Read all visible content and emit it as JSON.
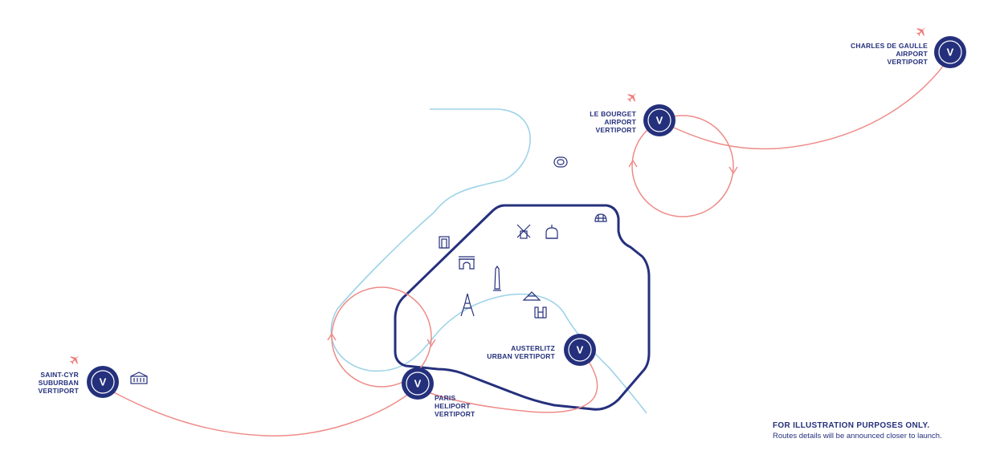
{
  "colors": {
    "navy": "#25307c",
    "river": "#9dd3e8",
    "route": "#ee8c88",
    "plane": "#ef7c78"
  },
  "vertiports": {
    "cdg": {
      "lines": [
        "CHARLES DE GAULLE",
        "AIRPORT",
        "VERTIPORT"
      ],
      "badge": "V",
      "icon": "airplane-icon"
    },
    "bourget": {
      "lines": [
        "LE BOURGET",
        "AIRPORT",
        "VERTIPORT"
      ],
      "badge": "V",
      "icon": "airplane-icon"
    },
    "saintcyr": {
      "lines": [
        "SAINT-CYR",
        "SUBURBAN",
        "VERTIPORT"
      ],
      "badge": "V",
      "icon": "airplane-icon"
    },
    "heliport": {
      "lines": [
        "PARIS",
        "HELIPORT",
        "VERTIPORT"
      ],
      "badge": "V"
    },
    "austerlitz": {
      "lines": [
        "AUSTERLITZ",
        "URBAN VERTIPORT"
      ],
      "badge": "V"
    }
  },
  "landmarks": [
    "stade-de-france-icon",
    "la-defense-arch-icon",
    "arc-de-triomphe-icon",
    "moulin-rouge-icon",
    "sacre-coeur-icon",
    "la-villette-icon",
    "obelisk-icon",
    "louvre-pyramid-icon",
    "eiffel-tower-icon",
    "notre-dame-icon",
    "versailles-palace-icon"
  ],
  "disclaimer": {
    "title": "FOR ILLUSTRATION PURPOSES ONLY.",
    "text": "Routes details will be announced closer to launch."
  }
}
